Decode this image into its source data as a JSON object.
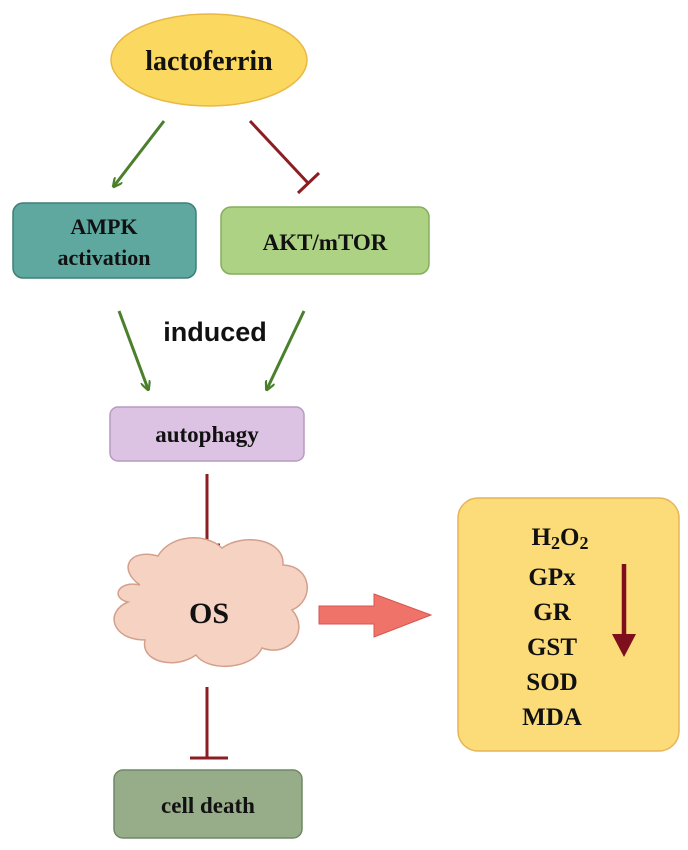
{
  "nodes": {
    "lactoferrin": {
      "label": "lactoferrin",
      "color": "#fbd860"
    },
    "ampk": {
      "line1": "AMPK",
      "line2": "activation",
      "color": "#5ea8a0"
    },
    "akt": {
      "label": "AKT/mTOR",
      "color": "#aed284"
    },
    "autophagy": {
      "label": "autophagy",
      "color": "#dcc3e3"
    },
    "os": {
      "label": "OS",
      "color": "#f6d2c2"
    },
    "cell_death": {
      "label": "cell death",
      "color": "#97ad8a"
    }
  },
  "edge_labels": {
    "induced": "induced"
  },
  "markers": {
    "title_main": "H",
    "sub1": "2",
    "o": "O",
    "sub2": "2",
    "items": [
      "GPx",
      "GR",
      "GST",
      "SOD",
      "MDA"
    ],
    "box_color": "#fbdc78",
    "trend": "decrease"
  },
  "colors": {
    "activate": "#4a7f2c",
    "inhibit": "#8b1e22",
    "big_arrow": "#f0736a",
    "trend_arrow": "#7f0f1c"
  }
}
